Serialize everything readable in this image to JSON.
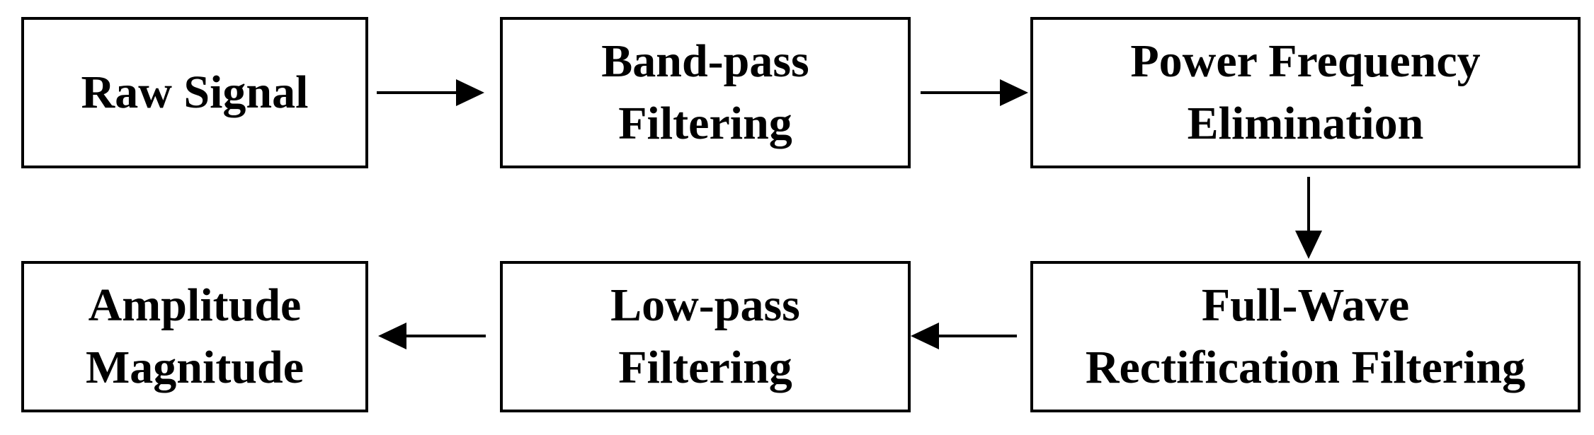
{
  "blocks": {
    "raw_signal": {
      "lines": [
        "Raw Signal"
      ]
    },
    "bandpass": {
      "lines": [
        "Band-pass",
        "Filtering"
      ]
    },
    "power_freq": {
      "lines": [
        "Power Frequency",
        "Elimination"
      ]
    },
    "fullwave": {
      "lines": [
        "Full-Wave",
        "Rectification Filtering"
      ]
    },
    "lowpass": {
      "lines": [
        "Low-pass",
        "Filtering"
      ]
    },
    "amplitude": {
      "lines": [
        "Amplitude",
        "Magnitude"
      ]
    }
  },
  "colors": {
    "stroke": "#000000",
    "background": "#ffffff"
  },
  "flow": [
    {
      "from": "raw_signal",
      "to": "bandpass",
      "direction": "right"
    },
    {
      "from": "bandpass",
      "to": "power_freq",
      "direction": "right"
    },
    {
      "from": "power_freq",
      "to": "fullwave",
      "direction": "down"
    },
    {
      "from": "fullwave",
      "to": "lowpass",
      "direction": "left"
    },
    {
      "from": "lowpass",
      "to": "amplitude",
      "direction": "left"
    }
  ]
}
